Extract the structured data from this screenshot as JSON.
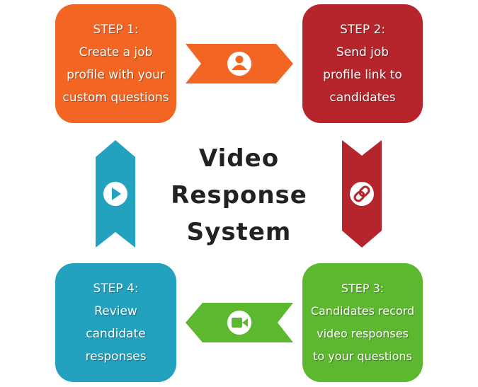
{
  "title": {
    "lines": [
      "Video",
      "Response",
      "System"
    ]
  },
  "steps": [
    {
      "lines": [
        "STEP 1:",
        "Create a job",
        "profile with your",
        "custom questions"
      ],
      "color": "#f26522"
    },
    {
      "lines": [
        "STEP 2:",
        "Send job",
        "profile link to",
        "candidates"
      ],
      "color": "#b5252b"
    },
    {
      "lines": [
        "STEP 3:",
        "Candidates record",
        "video responses",
        "to your questions"
      ],
      "color": "#5cb82e"
    },
    {
      "lines": [
        "STEP 4:",
        "Review",
        "candidate",
        "responses"
      ],
      "color": "#22a2bf"
    }
  ],
  "arrows": [
    {
      "from": "STEP 1",
      "to": "STEP 2",
      "icon": "user-icon",
      "color": "#f26522"
    },
    {
      "from": "STEP 2",
      "to": "STEP 3",
      "icon": "link-icon",
      "color": "#b5252b"
    },
    {
      "from": "STEP 3",
      "to": "STEP 4",
      "icon": "video-camera-icon",
      "color": "#5cb82e"
    },
    {
      "from": "STEP 4",
      "to": "STEP 1",
      "icon": "play-icon",
      "color": "#22a2bf"
    }
  ]
}
